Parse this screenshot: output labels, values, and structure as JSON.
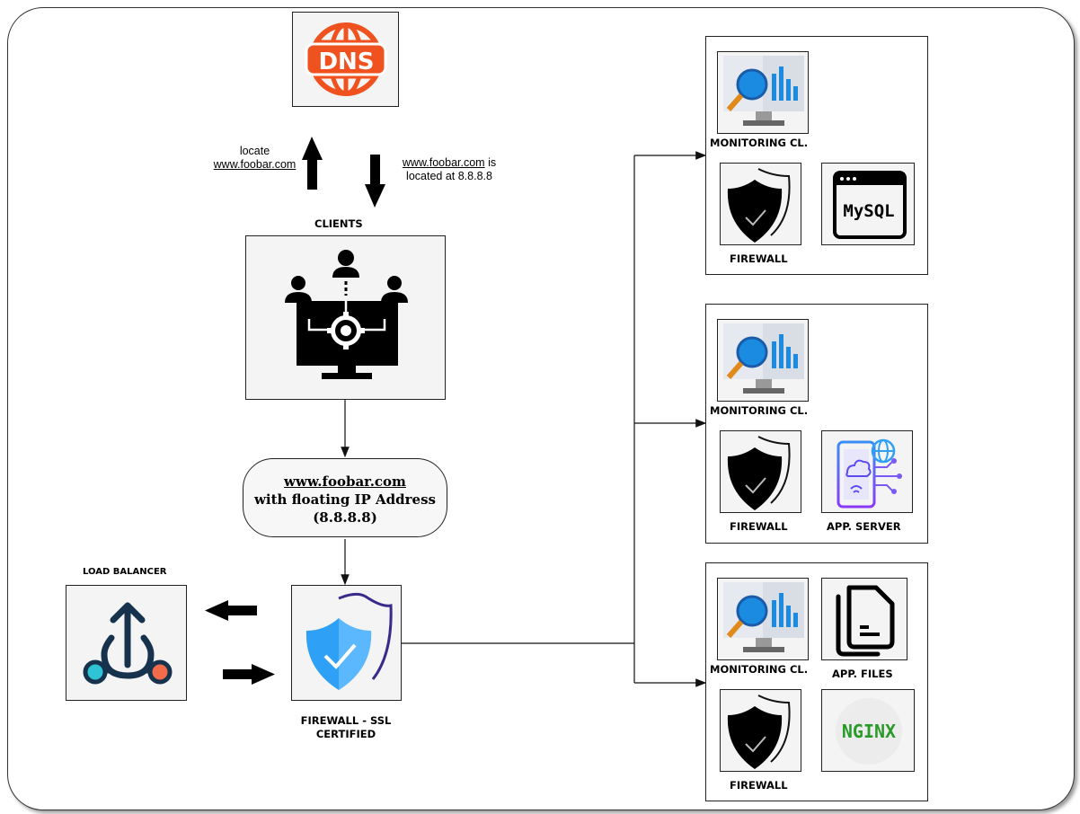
{
  "dns": {
    "label": "DNS"
  },
  "notes": {
    "locate_word": "locate",
    "locate_domain": "www.foobar.com",
    "located_domain": "www.foobar.com",
    "located_is": " is",
    "located_at": "located at 8.8.8.8"
  },
  "clients": {
    "label": "CLIENTS"
  },
  "domain_box": {
    "line1": "www.foobar.com",
    "line2": "with floating IP Address",
    "line3": "(8.8.8.8)"
  },
  "load_balancer": {
    "label": "LOAD BALANCER"
  },
  "firewall_ssl": {
    "line1": "FIREWALL - SSL",
    "line2": "CERTIFIED"
  },
  "server1": {
    "monitoring": "MONITORING CL.",
    "firewall": "FIREWALL",
    "db_logo": "MySQL"
  },
  "server2": {
    "monitoring": "MONITORING CL.",
    "firewall": "FIREWALL",
    "app": "APP. SERVER"
  },
  "server3": {
    "monitoring": "MONITORING CL.",
    "files": "APP. FILES",
    "firewall": "FIREWALL",
    "web_logo": "NGINX"
  },
  "colors": {
    "dns_orange": "#f0521f",
    "shield_blue": "#2ea0f5",
    "nginx_green": "#2a9a2a",
    "lb_dark": "#17324d",
    "lb_teal": "#2ec4d6",
    "lb_orange": "#f26b4a"
  }
}
